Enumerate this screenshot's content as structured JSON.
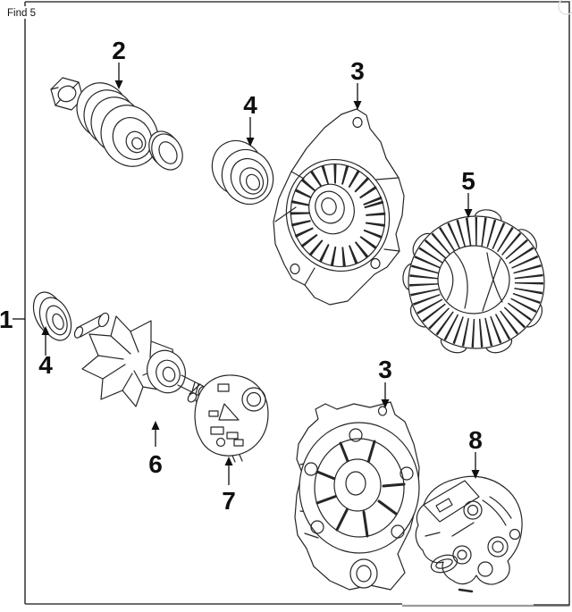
{
  "viewer": {
    "find_label": "Find 5"
  },
  "diagram": {
    "callouts": [
      {
        "label": "1"
      },
      {
        "label": "2"
      },
      {
        "label": "3"
      },
      {
        "label": "4"
      },
      {
        "label": "4"
      },
      {
        "label": "5"
      },
      {
        "label": "6"
      },
      {
        "label": "7"
      },
      {
        "label": "3"
      },
      {
        "label": "8"
      }
    ]
  },
  "colors": {
    "line": "#262626",
    "frame": "#3d3d3d",
    "frame_shadow": "#9a9a9a",
    "callout_text": "#0f0f0f",
    "background": "#ffffff"
  }
}
